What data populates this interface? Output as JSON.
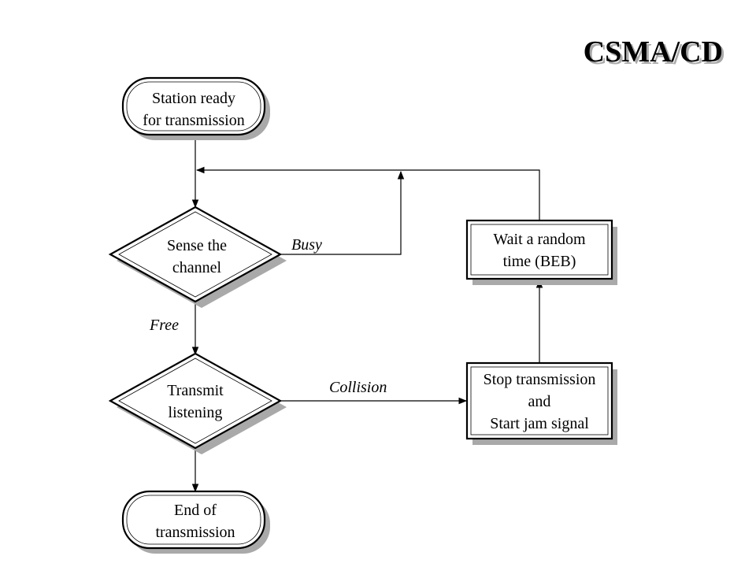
{
  "title": "CSMA/CD",
  "nodes": {
    "station_ready": {
      "line1": "Station ready",
      "line2": "for transmission"
    },
    "sense_channel": {
      "line1": "Sense the",
      "line2": "channel"
    },
    "transmit": {
      "line1": "Transmit",
      "line2": "listening"
    },
    "end": {
      "line1": "End of",
      "line2": "transmission"
    },
    "wait": {
      "line1": "Wait a random",
      "line2": "time (BEB)"
    },
    "stop": {
      "line1": "Stop transmission",
      "line2": "and",
      "line3": "Start jam signal"
    }
  },
  "edges": {
    "busy": "Busy",
    "free": "Free",
    "collision": "Collision"
  },
  "colors": {
    "shadow": "#a9a9a9",
    "stroke": "#000000",
    "fill": "#ffffff"
  }
}
